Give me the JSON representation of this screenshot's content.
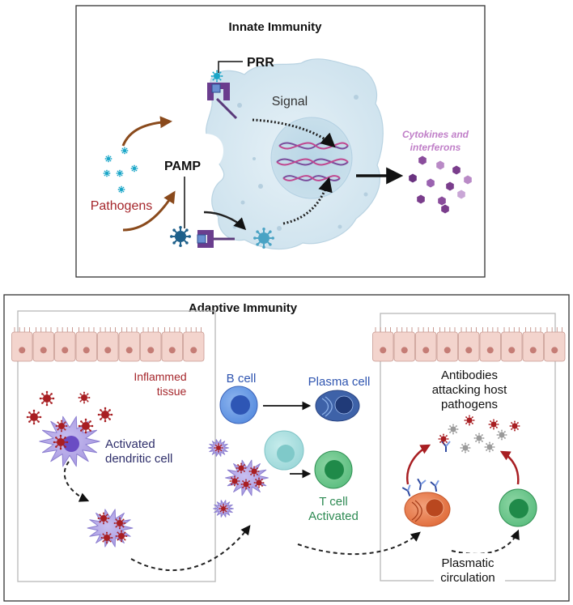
{
  "innate": {
    "title": "Innate Immunity",
    "prr": "PRR",
    "signal": "Signal",
    "pamp": "PAMP",
    "pathogens": "Pathogens",
    "cytokines_line1": "Cytokines and",
    "cytokines_line2": "interferons"
  },
  "adaptive": {
    "title": "Adaptive Immunity",
    "inflamed_line1": "Inflammed",
    "inflamed_line2": "tissue",
    "b_cell": "B cell",
    "plasma_cell": "Plasma cell",
    "dendritic_line1": "Activated",
    "dendritic_line2": "dendritic cell",
    "t_cell_line1": "T cell",
    "t_cell_line2": "Activated",
    "antibodies_line1": "Antibodies",
    "antibodies_line2": "attacking host",
    "antibodies_line3": "pathogens",
    "circulation_line1": "Plasmatic",
    "circulation_line2": "circulation"
  },
  "colors": {
    "pathogen_blue": "#1aa6c8",
    "pathogen_red": "#b0262c",
    "arrow_brown": "#8a4a1c",
    "cytokine_purple": "#7a3d8c",
    "cell_lightblue": "#d5e7f1",
    "t_cell_green": "#4db275",
    "b_cell_blue": "#3b6cc9",
    "plasma_orange": "#e06a3a",
    "dendritic_purple": "#a99be0",
    "epithelium": "#f2d3cc"
  }
}
